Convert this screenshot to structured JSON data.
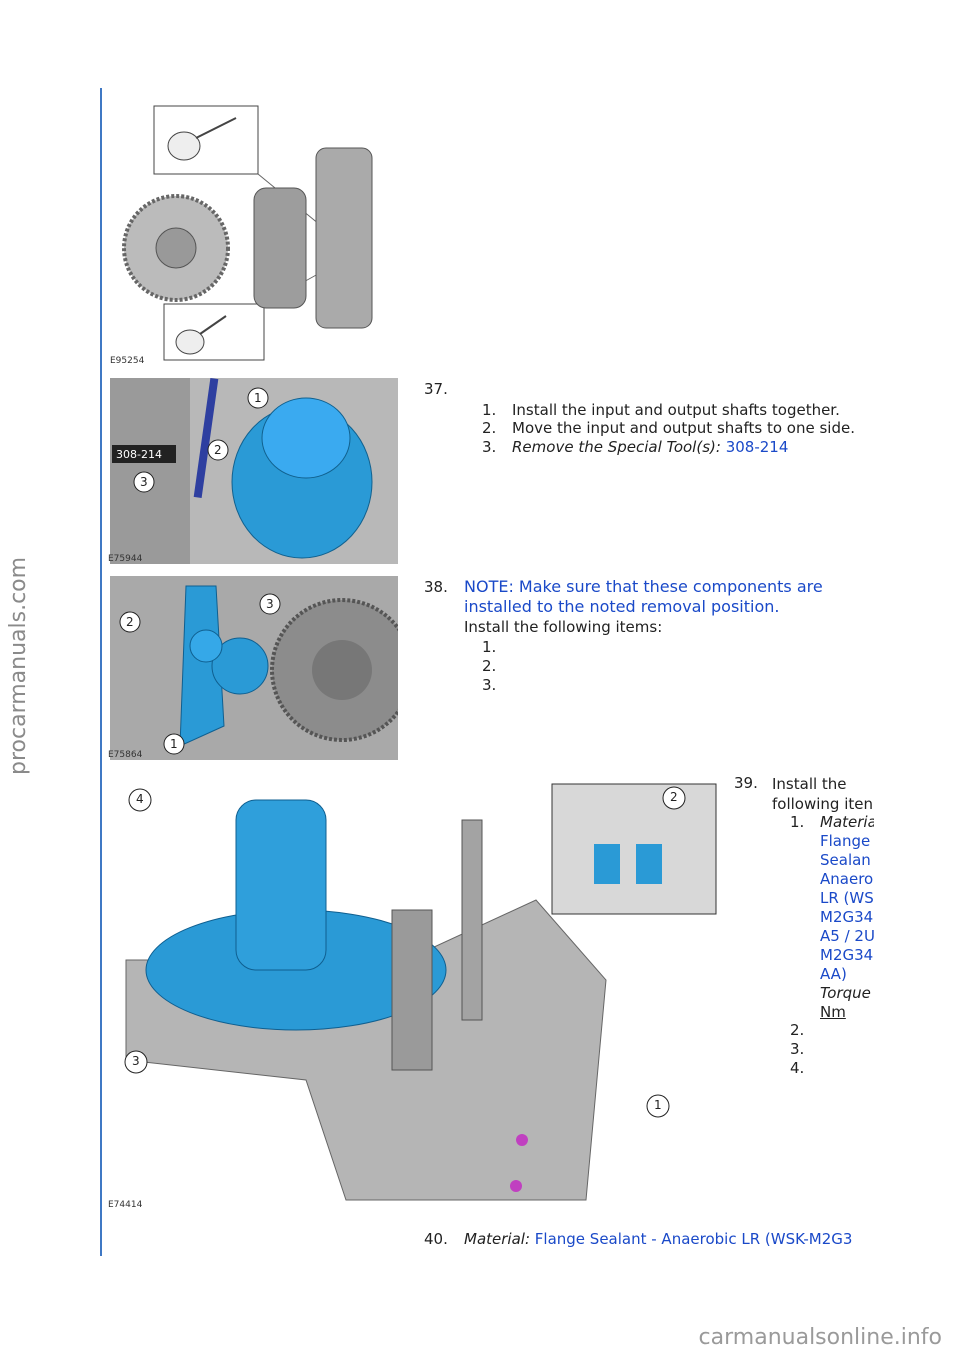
{
  "watermarks": {
    "side": "procarmanuals.com",
    "bottom": "carmanualsonline.info"
  },
  "figures": [
    {
      "code": "E95254"
    },
    {
      "code": "E75944",
      "callouts": [
        "1",
        "2",
        "3"
      ],
      "tool_label": "308-214"
    },
    {
      "code": "E75864",
      "callouts": [
        "1",
        "2",
        "3"
      ]
    },
    {
      "code": "E74414",
      "callouts": [
        "1",
        "2",
        "3",
        "4"
      ]
    }
  ],
  "steps": {
    "s37": {
      "number": "37.",
      "items": [
        {
          "n": "1.",
          "text": "Install the input and output shafts together."
        },
        {
          "n": "2.",
          "text": "Move the input and output shafts to one side."
        },
        {
          "n": "3.",
          "label": "Remove the Special Tool(s):",
          "value": "308-214"
        }
      ]
    },
    "s38": {
      "number": "38.",
      "note_line1": "NOTE: Make sure that these components are",
      "note_line2": "installed to the noted removal position.",
      "intro": "Install the following items:",
      "items": [
        "1.",
        "2.",
        "3."
      ]
    },
    "s39": {
      "number": "39.",
      "intro_line1": "Install the",
      "intro_line2": "following iten",
      "item1_number": "1.",
      "item1_label": "Materia",
      "item1_lines": [
        "Flange",
        "Sealan",
        "Anaero",
        "LR (WS",
        "M2G34",
        "A5 / 2U",
        "M2G34",
        "AA)"
      ],
      "item1_torque": "Torque",
      "item1_unit": "Nm",
      "items": [
        "2.",
        "3.",
        "4."
      ]
    },
    "s40": {
      "number": "40.",
      "label": "Material:",
      "value": "Flange Sealant - Anaerobic LR (WSK-M2G3"
    }
  },
  "colors": {
    "accent": "#1a49c8",
    "rule": "#3f78c4",
    "part_blue": "#2a9ad6"
  }
}
